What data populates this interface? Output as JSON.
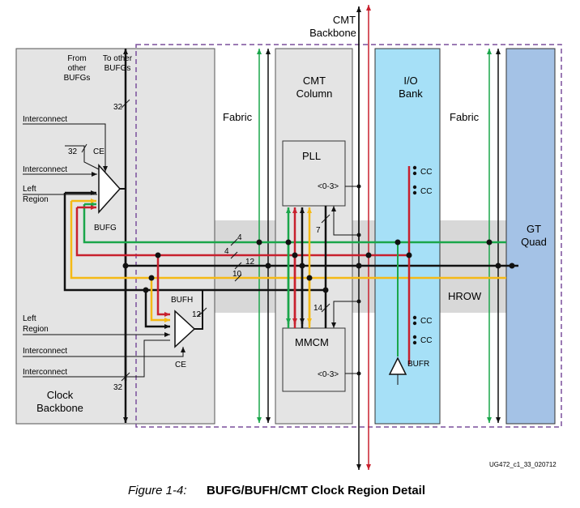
{
  "backbone_top": [
    "CMT",
    "Backbone"
  ],
  "clock_backbone": [
    "Clock",
    "Backbone"
  ],
  "from_other": [
    "From",
    "other",
    "BUFGs"
  ],
  "to_other": [
    "To other",
    "BUFGs"
  ],
  "fabric_left": "Fabric",
  "fabric_right": "Fabric",
  "cmt_column": [
    "CMT",
    "Column"
  ],
  "io_bank": [
    "I/O",
    "Bank"
  ],
  "gt_quad": [
    "GT",
    "Quad"
  ],
  "hrow": "HROW",
  "pll": "PLL",
  "mmcm": "MMCM",
  "pll_port": "<0-3>",
  "mmcm_port": "<0-3>",
  "bufg": "BUFG",
  "bufh": "BUFH",
  "bufr": "BUFR",
  "ce_top": "CE",
  "ce_bottom": "CE",
  "interconnect": [
    "Interconnect",
    "Interconnect",
    "Interconnect",
    "Interconnect"
  ],
  "left_region_top": [
    "Left",
    "Region"
  ],
  "left_region_bottom": [
    "Left",
    "Region"
  ],
  "cc": [
    "CC",
    "CC",
    "CC",
    "CC"
  ],
  "bus_widths": {
    "bufg_in": "32",
    "to_other": "32",
    "bottom": "32",
    "bufh": "12",
    "pll": "7",
    "mmcm": "14",
    "green": "4",
    "red": "4",
    "black": "12",
    "yellow": "10"
  },
  "doc_code": "UG472_c1_33_020712",
  "caption": {
    "figure": "Figure 1-4:",
    "title": "BUFG/BUFH/CMT Clock Region Detail"
  },
  "colors": {
    "green": "#1aa64a",
    "red": "#c8202e",
    "yellow": "#f5b915",
    "black": "#111111",
    "panel_gray": "#e4e4e4",
    "io_blue": "#a6e0f7",
    "gt_blue": "#a4c2e6",
    "region_border": "#7a4e9c"
  }
}
